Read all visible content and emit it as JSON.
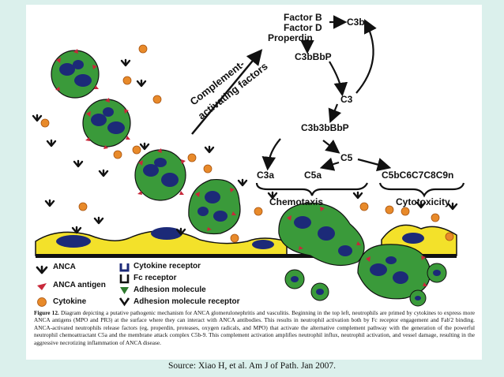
{
  "cascade": {
    "factor_b": "Factor B",
    "factor_d": "Factor D",
    "properdin": "Properdin",
    "c3b": "C3b",
    "c3bbbp": "C3bBbP",
    "c3": "C3",
    "c3b3bbbp": "C3b3bBbP",
    "c5": "C5",
    "c3a": "C3a",
    "c5a": "C5a",
    "mac": "C5bC6C7C8C9n",
    "chemotaxis": "Chemotaxis",
    "cytotoxicity": "Cytotoxicity"
  },
  "complement_label": [
    "Complement-",
    "activating factors"
  ],
  "legend": {
    "anca": "ANCA",
    "anca_antigen": "ANCA antigen",
    "cytokine": "Cytokine",
    "cytokine_receptor": "Cytokine receptor",
    "fc_receptor": "Fc receptor",
    "adhesion_molecule": "Adhesion molecule",
    "adhesion_molecule_receptor": "Adhesion molecule receptor"
  },
  "caption": {
    "label": "Figure 12.",
    "text": "Diagram depicting a putative pathogenic mechanism for ANCA glomerulonephritis and vasculitis. Beginning in the top left, neutrophils are primed by cytokines to express more ANCA antigens (MPO and PR3) at the surface where they can interact with ANCA antibodies. This results in neutrophil activation both by Fc receptor engagement and Fab'2 binding. ANCA-activated neutrophils release factors (eg, properdin, proteases, oxygen radicals, and MPO) that activate the alternative complement pathway with the generation of the powerful neutrophil chemoattractant C5a and the membrane attack complex C5b-9. This complement activation amplifies neutrophil influx, neutrophil activation, and vessel damage, resulting in the aggressive necrotizing inflammation of ANCA disease."
  },
  "source": "Source: Xiao H, et al.  Am J of Path. Jan 2007.",
  "colors": {
    "background": "#dbf0ec",
    "neutrophil": "#3a9a3a",
    "nucleus": "#1c2a78",
    "antigen": "#c8283a",
    "cytokine": "#e88a2a",
    "endothelium": "#f3e12a"
  }
}
